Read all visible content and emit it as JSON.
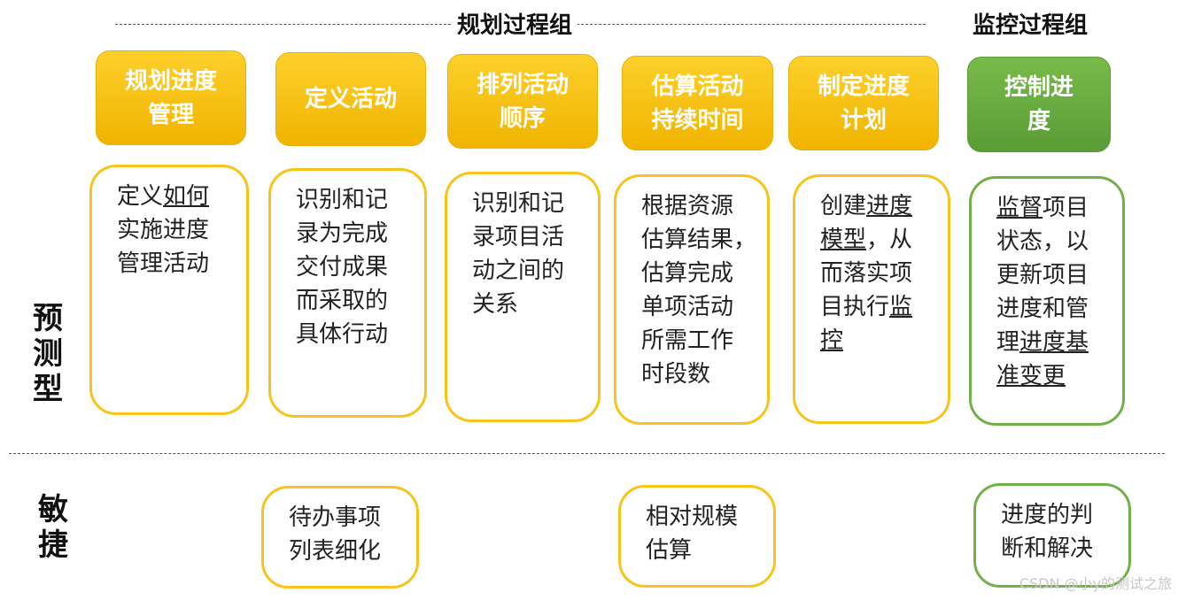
{
  "groups": {
    "planning": "规划过程组",
    "monitoring": "监控过程组"
  },
  "rows": {
    "predictive": "预\n测\n型",
    "agile": "敏\n捷"
  },
  "processes": [
    {
      "label": "规划进度\n管理",
      "color": "orange"
    },
    {
      "label": "定义活动",
      "color": "orange"
    },
    {
      "label": "排列活动\n顺序",
      "color": "orange"
    },
    {
      "label": "估算活动\n持续时间",
      "color": "orange"
    },
    {
      "label": "制定进度\n计划",
      "color": "orange"
    },
    {
      "label": "控制进\n度",
      "color": "green"
    }
  ],
  "predictive_cards": [
    {
      "lines": [
        [
          [
            "定义",
            ""
          ],
          [
            "如何",
            "u"
          ]
        ],
        [
          [
            "实施进度",
            ""
          ]
        ],
        [
          [
            "管理活动",
            ""
          ]
        ]
      ]
    },
    {
      "lines": [
        [
          [
            "识别和记",
            ""
          ]
        ],
        [
          [
            "录为完成",
            ""
          ]
        ],
        [
          [
            "交付成果",
            ""
          ]
        ],
        [
          [
            "而采取的",
            ""
          ]
        ],
        [
          [
            "具体行动",
            ""
          ]
        ]
      ]
    },
    {
      "lines": [
        [
          [
            "识别和记",
            ""
          ]
        ],
        [
          [
            "录项目活",
            ""
          ]
        ],
        [
          [
            "动之间的",
            ""
          ]
        ],
        [
          [
            "关系",
            ""
          ]
        ]
      ]
    },
    {
      "lines": [
        [
          [
            "根据资源",
            ""
          ]
        ],
        [
          [
            "估算结果，",
            ""
          ]
        ],
        [
          [
            "估算完成",
            ""
          ]
        ],
        [
          [
            "单项活动",
            ""
          ]
        ],
        [
          [
            "所需工作",
            ""
          ]
        ],
        [
          [
            "时段数",
            ""
          ]
        ]
      ]
    },
    {
      "lines": [
        [
          [
            "创建",
            ""
          ],
          [
            "进度",
            "u"
          ]
        ],
        [
          [
            "模型",
            "u"
          ],
          [
            "，从",
            ""
          ]
        ],
        [
          [
            "而落实项",
            ""
          ]
        ],
        [
          [
            "目执行",
            ""
          ],
          [
            "监",
            "u"
          ]
        ],
        [
          [
            "控",
            "u"
          ]
        ]
      ]
    },
    {
      "lines": [
        [
          [
            "监督",
            "u"
          ],
          [
            "项目",
            ""
          ]
        ],
        [
          [
            "状态，以",
            ""
          ]
        ],
        [
          [
            "更新项目",
            ""
          ]
        ],
        [
          [
            "进度和管",
            ""
          ]
        ],
        [
          [
            "理",
            ""
          ],
          [
            "进度基",
            "u"
          ]
        ],
        [
          [
            "准变更",
            "u"
          ]
        ]
      ]
    }
  ],
  "agile_cards": [
    {
      "lines": [
        "待办事项",
        "列表细化"
      ]
    },
    {
      "lines": [
        "相对规模",
        "估算"
      ]
    },
    {
      "lines": [
        "进度的判",
        "断和解决"
      ]
    }
  ],
  "watermark": "CSDN @小y的测试之旅",
  "colors": {
    "orange": "#f7c41a",
    "green": "#72b04a"
  }
}
